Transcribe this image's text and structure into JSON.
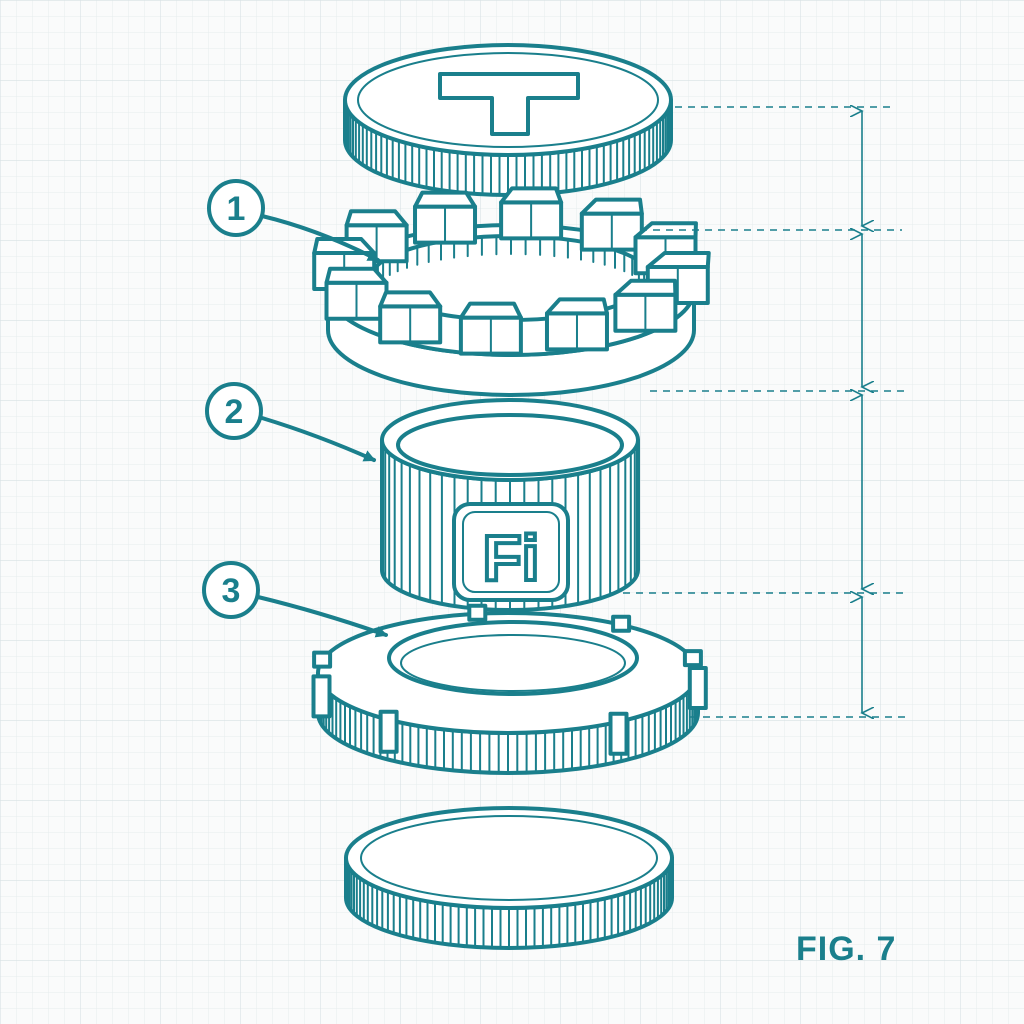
{
  "callouts": [
    {
      "label": "1"
    },
    {
      "label": "2"
    },
    {
      "label": "3"
    }
  ],
  "figure_label": "FIG. 7",
  "band_logo": "Fi",
  "colors": {
    "ink": "#1a7f8c",
    "paper": "#fafbfb",
    "grid": "#e3e9ec"
  }
}
